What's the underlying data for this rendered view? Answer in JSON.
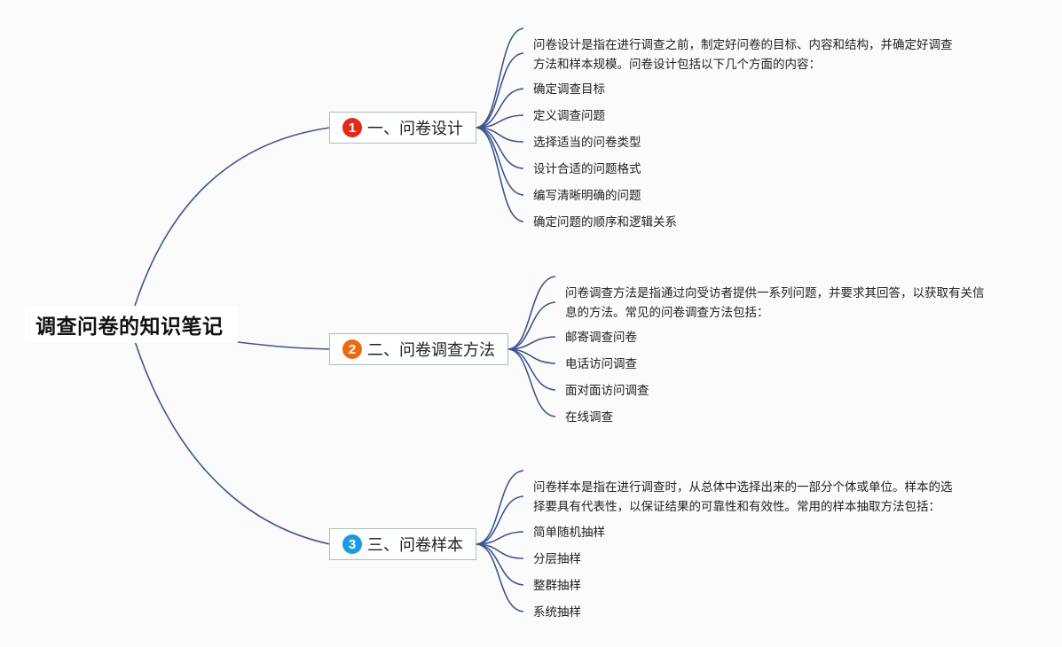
{
  "root": {
    "title": "调查问卷的知识笔记"
  },
  "colors": {
    "link": "#3f5491",
    "badge1": "#e02a1c",
    "badge2": "#ea6a12",
    "badge3": "#1a9be0",
    "branch_border": "#a9bfb9"
  },
  "branches": [
    {
      "badge": "1",
      "label": "一、问卷设计",
      "desc_lines": [
        "问卷设计是指在进行调查之前，制定好问卷的目标、内容和结构，并确定好调查",
        "方法和样本规模。问卷设计包括以下几个方面的内容："
      ],
      "items": [
        "确定调查目标",
        "定义调查问题",
        "选择适当的问卷类型",
        "设计合适的问题格式",
        "编写清晰明确的问题",
        "确定问题的顺序和逻辑关系"
      ]
    },
    {
      "badge": "2",
      "label": "二、问卷调查方法",
      "desc_lines": [
        "问卷调查方法是指通过向受访者提供一系列问题，并要求其回答，以获取有关信",
        "息的方法。常见的问卷调查方法包括："
      ],
      "items": [
        "邮寄调查问卷",
        "电话访问调查",
        "面对面访问调查",
        "在线调查"
      ]
    },
    {
      "badge": "3",
      "label": "三、问卷样本",
      "desc_lines": [
        "问卷样本是指在进行调查时，从总体中选择出来的一部分个体或单位。样本的选",
        "择要具有代表性，以保证结果的可靠性和有效性。常用的样本抽取方法包括："
      ],
      "items": [
        "简单随机抽样",
        "分层抽样",
        "整群抽样",
        "系统抽样"
      ]
    }
  ]
}
